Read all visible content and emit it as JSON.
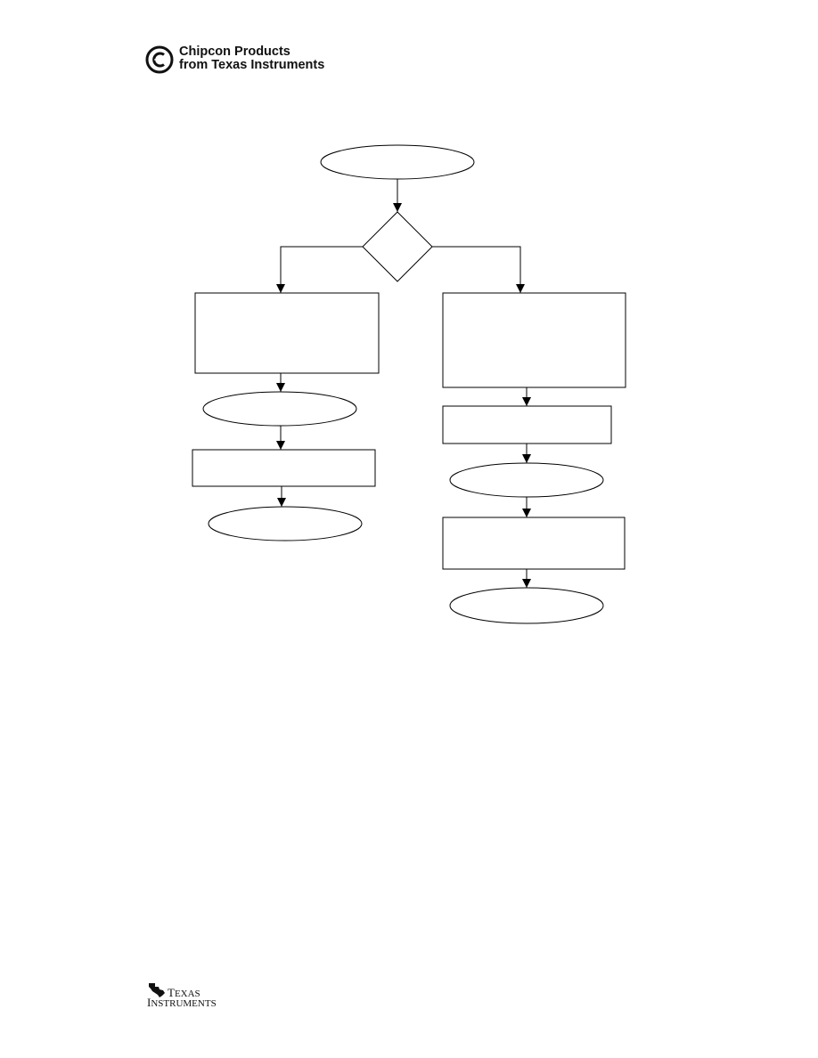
{
  "header": {
    "logo_line1": "Chipcon Products",
    "logo_line2": "from Texas Instruments"
  },
  "footer": {
    "ti_line1_initial": "T",
    "ti_line1_rest": "EXAS",
    "ti_line2_initial": "I",
    "ti_line2_rest": "NSTRUMENTS"
  }
}
